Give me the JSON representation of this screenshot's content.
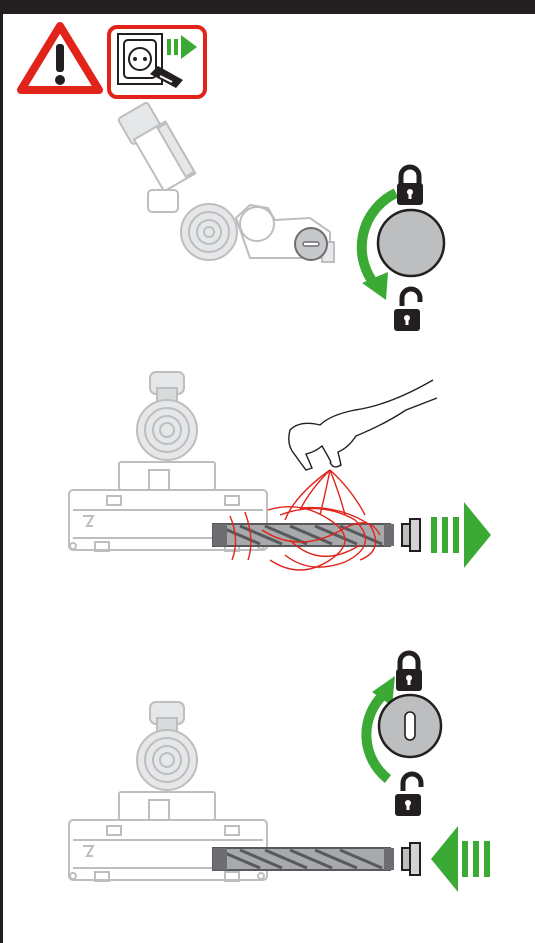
{
  "page": {
    "background": "#ffffff",
    "frame_color": "#231f20"
  },
  "colors": {
    "warning_red": "#e2231a",
    "arrow_green": "#3aaa35",
    "line_red": "#e2231a",
    "part_grey": "#c7c8ca",
    "part_outline": "#9d9fa2",
    "brushbar_dark": "#5b5d60",
    "cap_grey": "#a7a9ac",
    "lock_black": "#231f20"
  },
  "icons": {
    "warning": "warning-triangle-icon",
    "unplug": "unplug-icon",
    "lock": "padlock-closed-icon",
    "unlock": "padlock-open-icon",
    "pull_arrow": "pull-right-arrow-icon",
    "push_arrow": "push-left-arrow-icon"
  },
  "steps": [
    {
      "id": "step-1",
      "action": "unlock-end-cap"
    },
    {
      "id": "step-2",
      "action": "remove-brushbar"
    },
    {
      "id": "step-3",
      "action": "insert-brushbar-and-lock"
    }
  ]
}
